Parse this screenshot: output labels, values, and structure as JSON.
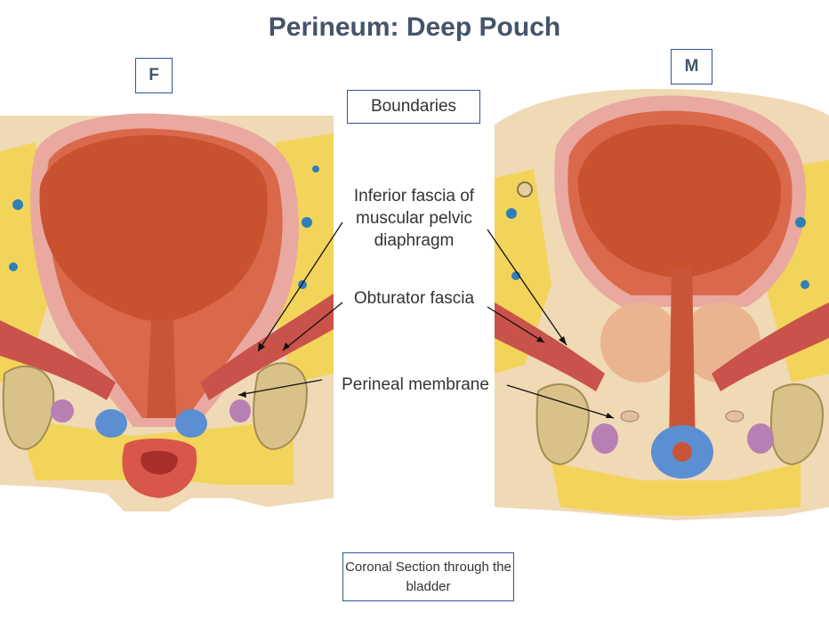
{
  "title": "Perineum: Deep Pouch",
  "sex_labels": {
    "female": "F",
    "male": "M"
  },
  "boundaries_label": "Boundaries",
  "labels": {
    "inferior_fascia": "Inferior fascia of muscular pelvic diaphragm",
    "obturator_fascia": "Obturator fascia",
    "perineal_membrane": "Perineal membrane"
  },
  "caption": "Coronal Section through the bladder"
}
